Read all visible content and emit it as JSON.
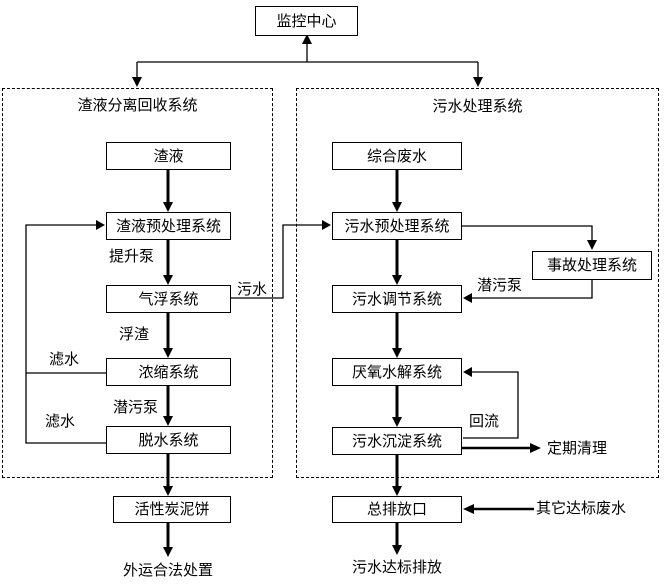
{
  "monitor": {
    "label": "监控中心"
  },
  "left_panel": {
    "title": "渣液分离回收系统",
    "boxes": [
      {
        "label": "渣液"
      },
      {
        "label": "渣液预处理系统"
      },
      {
        "label": "气浮系统"
      },
      {
        "label": "浓缩系统"
      },
      {
        "label": "脱水系统"
      },
      {
        "label": "活性炭泥饼"
      }
    ],
    "edge_labels": {
      "lift_pump": "提升泵",
      "scum": "浮渣",
      "submersible_pump": "潜污泵",
      "filtered_water_upper": "滤水",
      "filtered_water_lower": "滤水",
      "sewage_out": "污水"
    },
    "sink": "外运合法处置"
  },
  "right_panel": {
    "title": "污水处理系统",
    "boxes": [
      {
        "label": "综合废水"
      },
      {
        "label": "污水预处理系统"
      },
      {
        "label": "污水调节系统"
      },
      {
        "label": "厌氧水解系统"
      },
      {
        "label": "污水沉淀系统"
      },
      {
        "label": "总排放口"
      }
    ],
    "accident_box": {
      "label": "事故处理系统"
    },
    "edge_labels": {
      "submersible_pump": "潜污泵",
      "reflux": "回流",
      "periodic_cleaning": "定期清理",
      "other_compliant_wastewater": "其它达标废水"
    },
    "sink": "污水达标排放"
  },
  "colors": {
    "line": "#000000",
    "background": "#ffffff"
  }
}
